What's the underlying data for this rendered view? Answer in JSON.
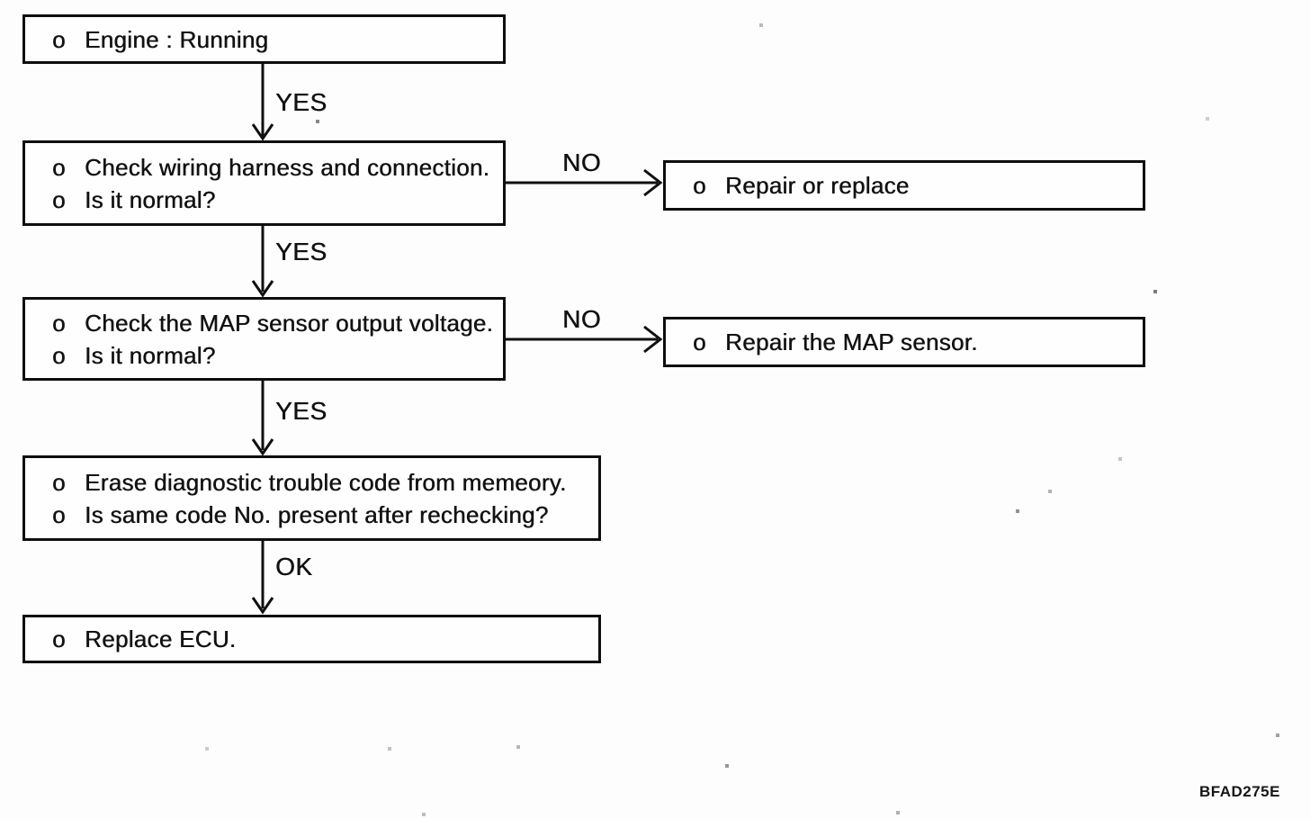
{
  "diagram": {
    "bullet": "o",
    "figure_code": "BFAD275E",
    "boxes": {
      "engine": {
        "line1": "Engine : Running"
      },
      "wiring": {
        "line1": "Check wiring harness and connection.",
        "line2": "Is it normal?"
      },
      "repair_replace": {
        "line1": "Repair or replace"
      },
      "map_voltage": {
        "line1": "Check the MAP sensor output voltage.",
        "line2": "Is it normal?"
      },
      "repair_map": {
        "line1": "Repair the MAP sensor."
      },
      "erase_dtc": {
        "line1": "Erase diagnostic trouble code from memeory.",
        "line2": "Is same code No. present after rechecking?"
      },
      "replace_ecu": {
        "line1": "Replace ECU."
      }
    },
    "labels": {
      "yes1": "YES",
      "no1": "NO",
      "yes2": "YES",
      "no2": "NO",
      "yes3": "YES",
      "ok": "OK"
    }
  }
}
